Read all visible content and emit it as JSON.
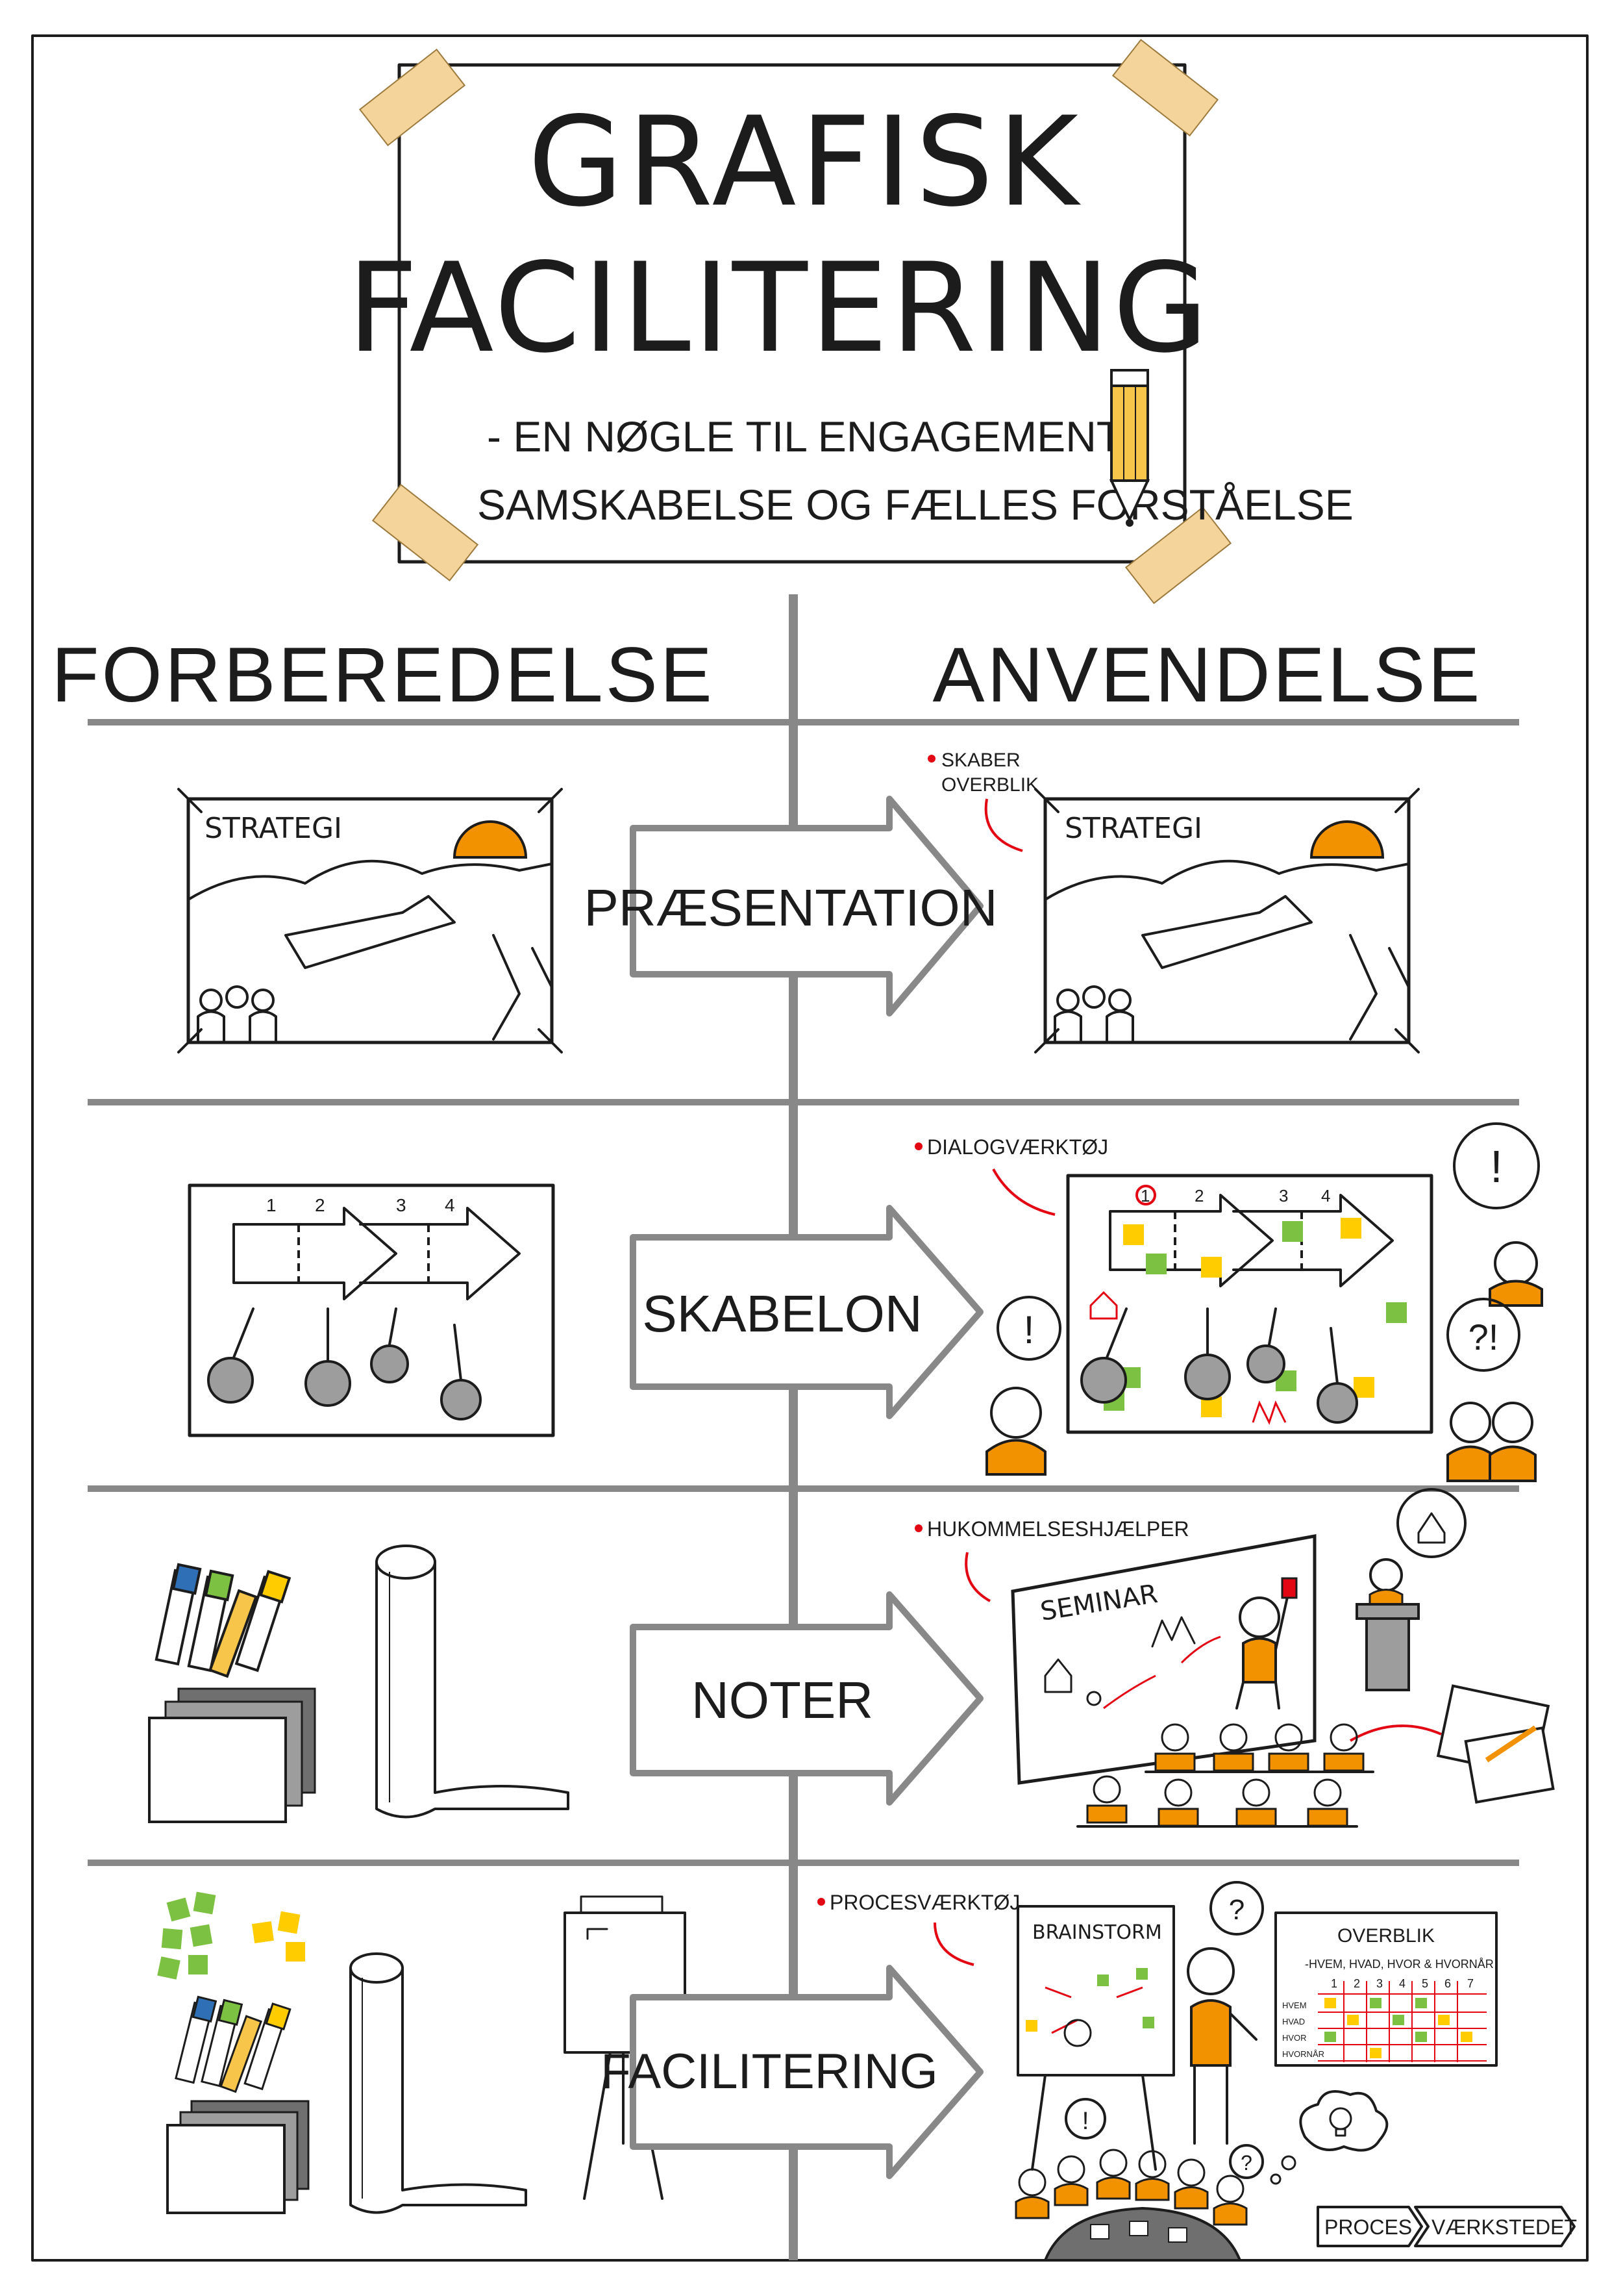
{
  "header": {
    "title_line1": "GRAFISK",
    "title_line2": "FACILITERING",
    "subtitle_line1": "- EN NØGLE TIL ENGAGEMENT,",
    "subtitle_line2": "SAMSKABELSE OG FÆLLES FORSTÅELSE"
  },
  "columns": {
    "left": "FORBEREDELSE",
    "right": "ANVENDELSE"
  },
  "rows": [
    {
      "arrow_label": "PRÆSENTATION",
      "note": [
        "SKABER",
        "OVERBLIK"
      ],
      "left_card_title": "STRATEGI",
      "right_card_title": "STRATEGI"
    },
    {
      "arrow_label": "SKABELON",
      "note": [
        "DIALOGVÆRKTØJ"
      ],
      "steps": [
        "1",
        "2",
        "3",
        "4"
      ],
      "bubble_marks": [
        "!",
        "!",
        "?!"
      ]
    },
    {
      "arrow_label": "NOTER",
      "note": [
        "HUKOMMELSESHJÆLPER"
      ],
      "board_title": "SEMINAR"
    },
    {
      "arrow_label": "FACILITERING",
      "note": [
        "PROCESVÆRKTØJ"
      ],
      "board_title": "BRAINSTORM",
      "overview": {
        "title": "OVERBLIK",
        "subtitle": "-HVEM, HVAD, HVOR & HVORNÅR",
        "columns": [
          "1",
          "2",
          "3",
          "4",
          "5",
          "6",
          "7"
        ],
        "row_labels": [
          "HVEM",
          "HVAD",
          "HVOR",
          "HVORNÅR"
        ]
      },
      "bubble_marks": [
        "?",
        "!",
        "?"
      ]
    }
  ],
  "logo": {
    "part1": "PROCES",
    "part2": "VÆRKSTEDET"
  },
  "colors": {
    "ink": "#1c1c1c",
    "orange": "#f39200",
    "yellow": "#ffcc00",
    "green": "#7dc142",
    "red": "#e30613",
    "gray": "#9d9d9d",
    "tape": "#f4d49a",
    "blue": "#2f6fb5"
  }
}
